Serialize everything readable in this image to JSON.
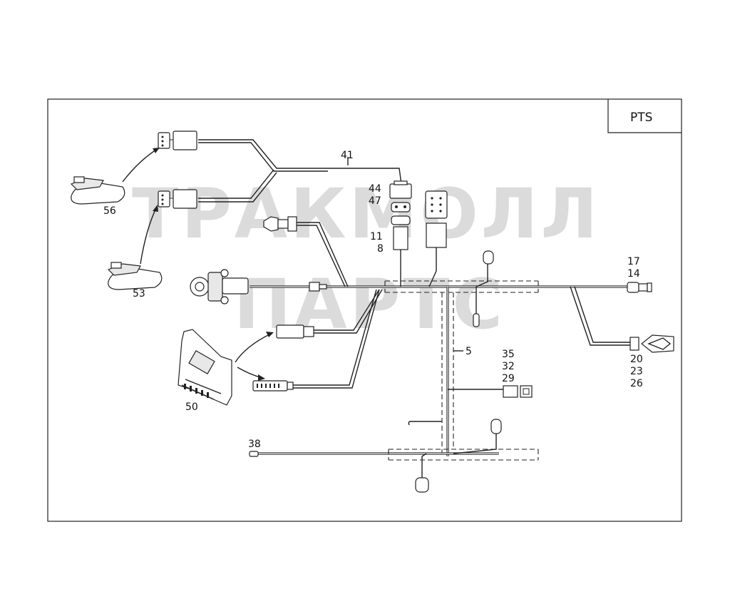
{
  "badge": "PTS",
  "watermark": {
    "line1": "ТРАКМОЛЛ",
    "line2": "ПАРТС"
  },
  "callouts": {
    "c56": "56",
    "c53": "53",
    "c50": "50",
    "c41": "41",
    "c44": "44",
    "c47": "47",
    "c11": "11",
    "c8": "8",
    "c17": "17",
    "c14": "14",
    "c5": "5",
    "c35": "35",
    "c32": "32",
    "c29": "29",
    "c20": "20",
    "c23": "23",
    "c26": "26",
    "c38": "38"
  }
}
